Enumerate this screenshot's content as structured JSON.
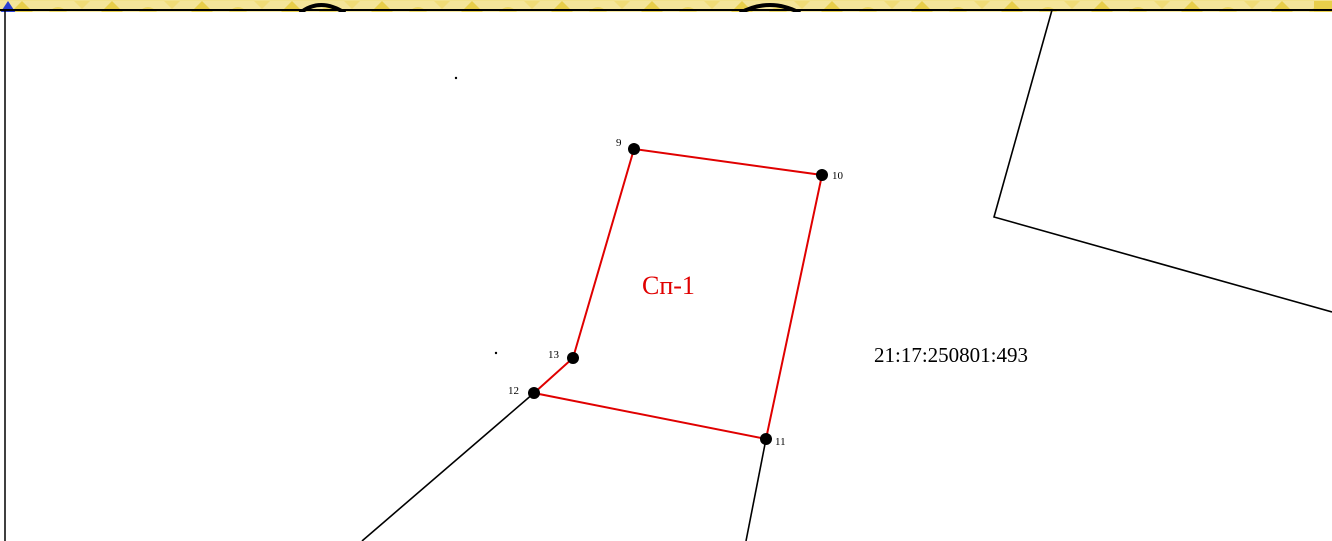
{
  "map": {
    "parcel_label": "Сп-1",
    "cadastral_number": "21:17:250801:493",
    "vertices": [
      "9",
      "10",
      "11",
      "12",
      "13"
    ]
  },
  "colors": {
    "boundary": "#e00000",
    "existing_boundary": "#000000",
    "vertex": "#000000",
    "background": "#ffffff",
    "border_strip": "#f2e28a"
  }
}
